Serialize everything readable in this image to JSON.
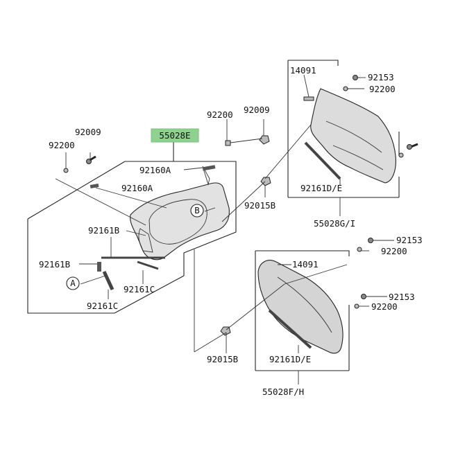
{
  "diagram": {
    "highlight_color": "#8fd18f",
    "part_numbers": {
      "highlight": "55028E",
      "p92009_left": "92009",
      "p92200_left": "92200",
      "p92160A_top": "92160A",
      "p92160A_mid": "92160A",
      "p92200_center": "92200",
      "p92009_center": "92009",
      "p14091_top": "14091",
      "p92153_top": "92153",
      "p92200_top": "92200",
      "p92161DE_top": "92161D/E",
      "p92015B_top": "92015B",
      "p55028GI": "55028G/I",
      "p92161B_upper": "92161B",
      "p92161B_lower": "92161B",
      "p92161C_right": "92161C",
      "p92161C_bottom": "92161C",
      "callout_A": "A",
      "callout_B": "B",
      "p92153_mid": "92153",
      "p92200_mid": "92200",
      "p14091_mid": "14091",
      "p92153_low": "92153",
      "p92200_low": "92200",
      "p92161DE_low": "92161D/E",
      "p92015B_low": "92015B",
      "p55028FH": "55028F/H"
    }
  }
}
